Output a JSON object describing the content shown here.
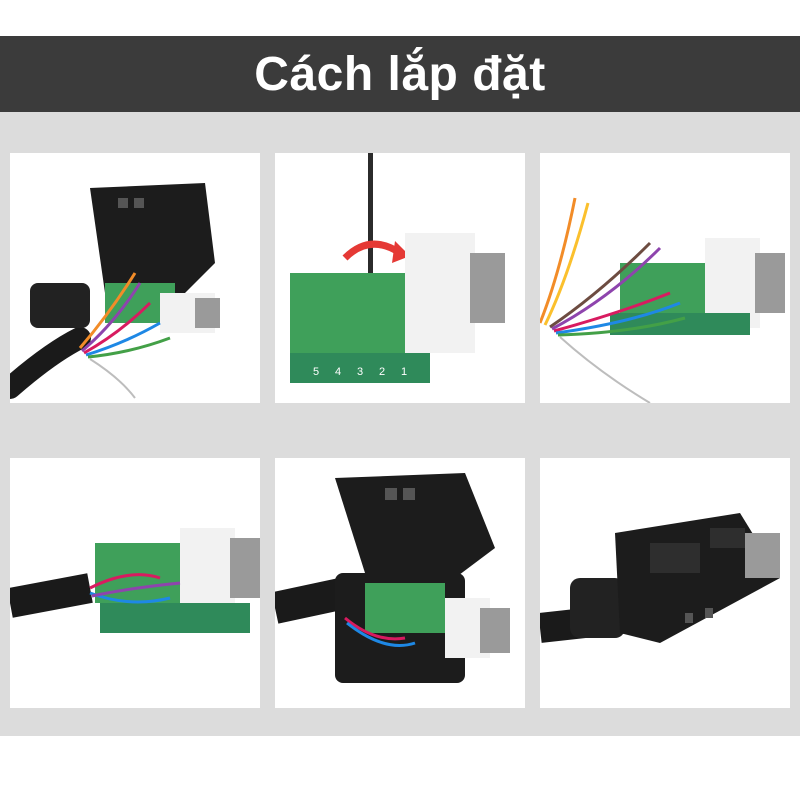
{
  "header": {
    "title": "Cách lắp đặt"
  },
  "steps": [
    {
      "name": "step-1",
      "pin_labels": []
    },
    {
      "name": "step-2",
      "pin_labels": [
        "5",
        "4",
        "3",
        "2",
        "1"
      ]
    },
    {
      "name": "step-3",
      "pin_labels": []
    },
    {
      "name": "step-4",
      "pin_labels": []
    },
    {
      "name": "step-5",
      "pin_labels": []
    },
    {
      "name": "step-6",
      "pin_labels": []
    }
  ],
  "colors": {
    "title_bar": "#3b3b3b",
    "band": "#dcdcdc",
    "terminal_green": "#3fa05a",
    "pcb_green": "#2f8a5a",
    "housing_black": "#1c1c1c",
    "arrow_red": "#e53935"
  }
}
